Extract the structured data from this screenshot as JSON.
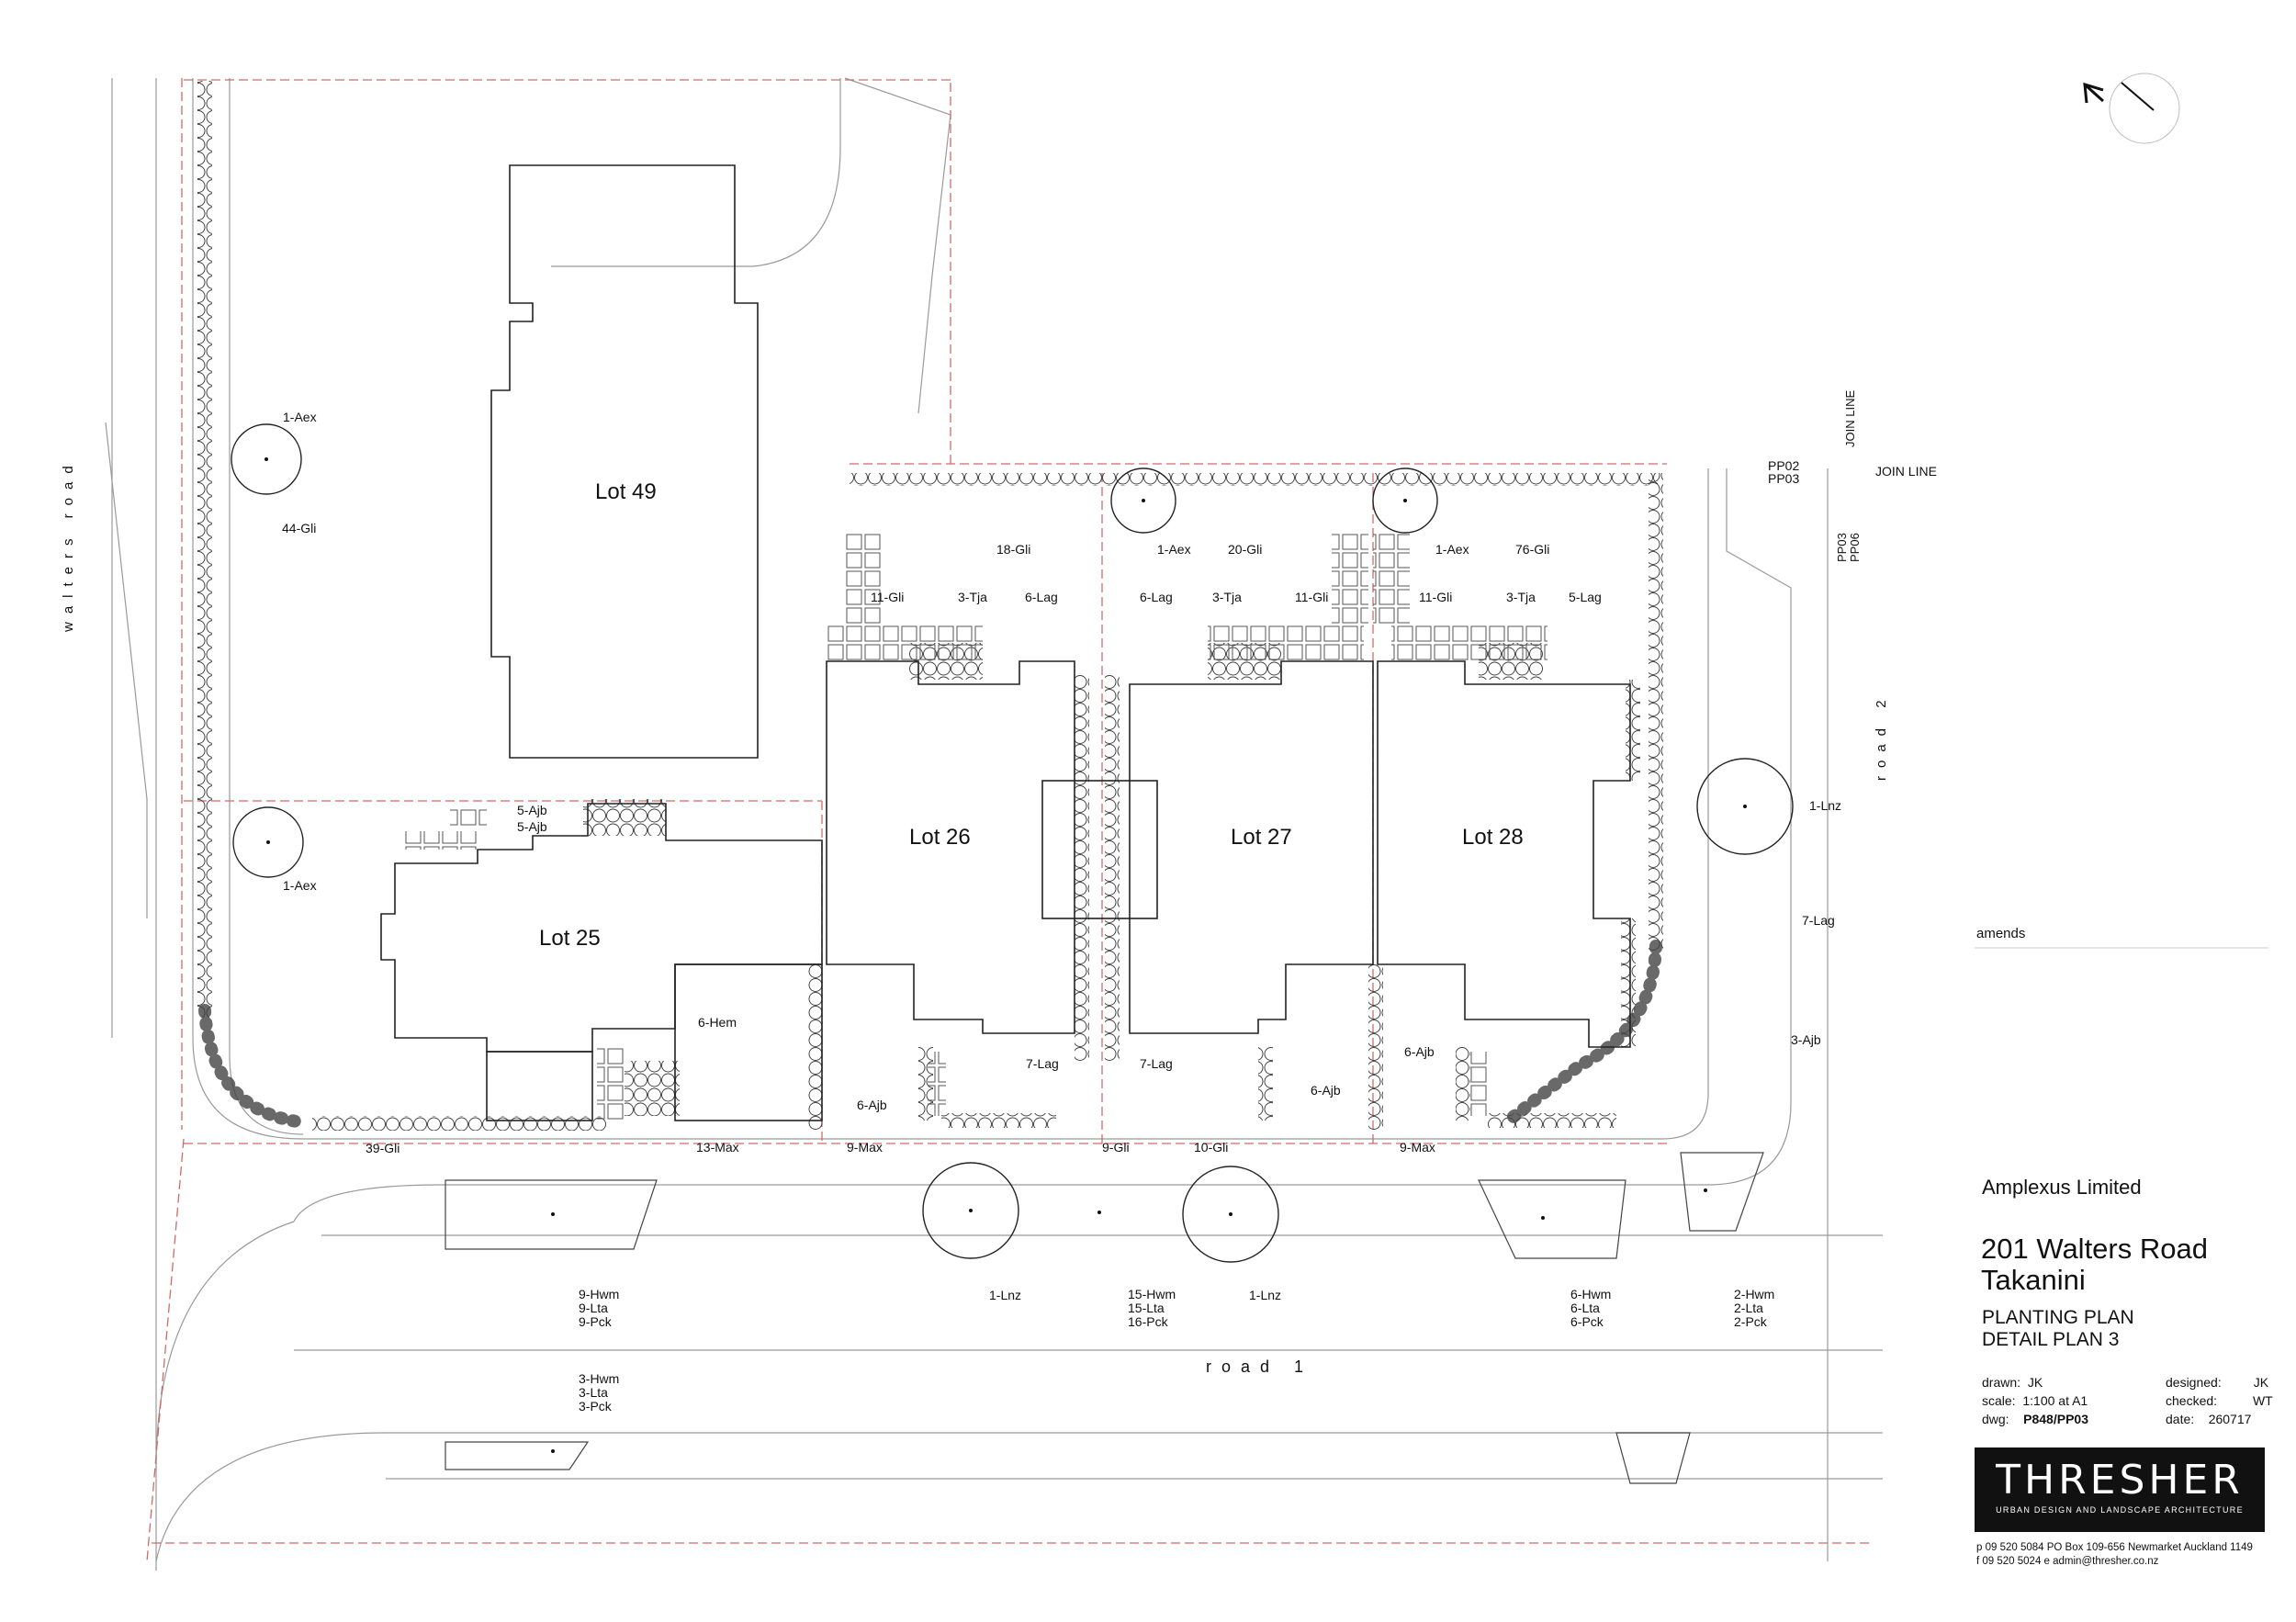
{
  "streets": {
    "walters_road": "walters road",
    "road_1": "road 1",
    "road_2": "road 2"
  },
  "lots": {
    "lot_49": "Lot 49",
    "lot_25": "Lot 25",
    "lot_26": "Lot 26",
    "lot_27": "Lot 27",
    "lot_28": "Lot 28"
  },
  "join": {
    "pp02": "PP02",
    "pp03": "PP03",
    "join_line_h": "JOIN LINE",
    "join_line_v": "JOIN LINE",
    "pp03_v": "PP03",
    "pp06_v": "PP06"
  },
  "plants": {
    "aex_tl": "1-Aex",
    "gli_44": "44-Gli",
    "aex_l": "1-Aex",
    "ajb_5a": "5-Ajb",
    "ajb_5b": "5-Ajb",
    "gli_39": "39-Gli",
    "hem_6": "6-Hem",
    "max_13": "13-Max",
    "max_9a": "9-Max",
    "ajb_6a": "6-Ajb",
    "lag_7a": "7-Lag",
    "lag_7b": "7-Lag",
    "gli_9": "9-Gli",
    "gli_10": "10-Gli",
    "ajb_6b": "6-Ajb",
    "ajb_6c": "6-Ajb",
    "max_9b": "9-Max",
    "ajb_3": "3-Ajb",
    "lag_7c": "7-Lag",
    "lnz_r": "1-Lnz",
    "gli_18": "18-Gli",
    "aex_m": "1-Aex",
    "gli_20": "20-Gli",
    "aex_r": "1-Aex",
    "gli_76": "76-Gli",
    "gli_11a": "11-Gli",
    "tja_3a": "3-Tja",
    "lag_6a": "6-Lag",
    "lag_6b": "6-Lag",
    "tja_3b": "3-Tja",
    "gli_11b": "11-Gli",
    "gli_11c": "11-Gli",
    "tja_3c": "3-Tja",
    "lag_5": "5-Lag",
    "lnz_b1": "1-Lnz",
    "lnz_b2": "1-Lnz"
  },
  "plant_groups": {
    "g1": [
      "9-Hwm",
      "9-Lta",
      "9-Pck"
    ],
    "g2": [
      "15-Hwm",
      "15-Lta",
      "16-Pck"
    ],
    "g3": [
      "6-Hwm",
      "6-Lta",
      "6-Pck"
    ],
    "g4": [
      "2-Hwm",
      "2-Lta",
      "2-Pck"
    ],
    "g5": [
      "3-Hwm",
      "3-Lta",
      "3-Pck"
    ]
  },
  "title_block": {
    "amends": "amends",
    "client": "Amplexus Limited",
    "project_line1": "201 Walters Road",
    "project_line2": "Takanini",
    "drawing_line1": "PLANTING PLAN",
    "drawing_line2": "DETAIL PLAN 3",
    "drawn_label": "drawn:",
    "drawn_value": "JK",
    "scale_label": "scale:",
    "scale_value": "1:100 at A1",
    "dwg_label": "dwg:",
    "dwg_value": "P848/PP03",
    "designed_label": "designed:",
    "designed_value": "JK",
    "checked_label": "checked:",
    "checked_value": "WT",
    "date_label": "date:",
    "date_value": "260717",
    "logo_word": "THRESHER",
    "logo_sub": "URBAN DESIGN AND LANDSCAPE ARCHITECTURE",
    "contact_line1": "p 09 520 5084  PO Box 109-656  Newmarket  Auckland 1149",
    "contact_line2": "f 09 520 5024  e  admin@thresher.co.nz"
  },
  "icons": {
    "north_arrow": "north-arrow-icon"
  },
  "colors": {
    "boundary_red": "#d06a6a",
    "line": "#222222",
    "light_line": "#9a9a9a",
    "logo_bg": "#111111"
  }
}
